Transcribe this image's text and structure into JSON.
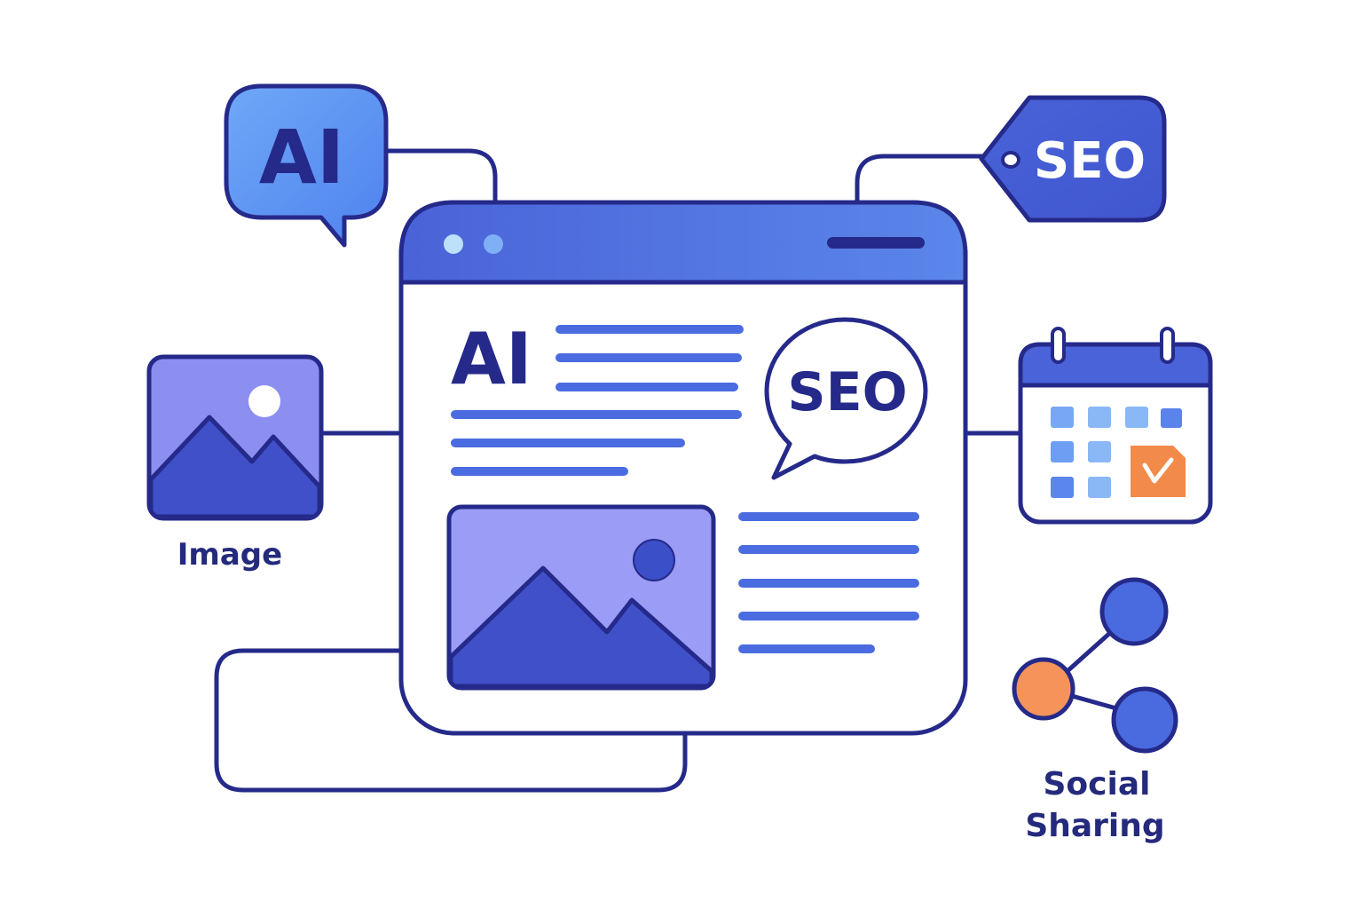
{
  "ai_bubble": {
    "text": "AI"
  },
  "seo_tag": {
    "text": "SEO"
  },
  "browser_window": {
    "heading": "AI",
    "speech_bubble_text": "SEO"
  },
  "image_card": {
    "label": "Image"
  },
  "calendar": {
    "highlighted_state": "checked"
  },
  "social_sharing": {
    "label_line1": "Social",
    "label_line2": "Sharing"
  },
  "colors": {
    "outline": "#252a8a",
    "primary_blue": "#4a63d8",
    "light_blue": "#6fa5f5",
    "lavender": "#9b9cf5",
    "orange": "#f5894d",
    "text_dark": "#242a7c"
  }
}
